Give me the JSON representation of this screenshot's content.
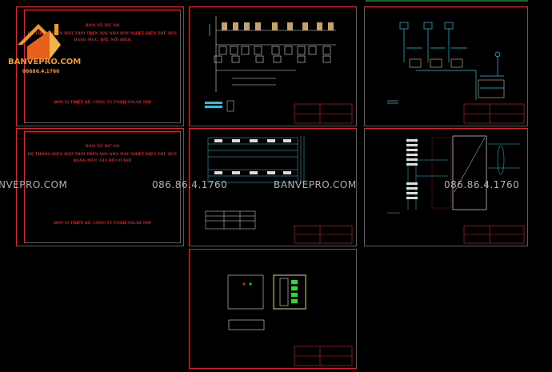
{
  "brand": {
    "name": "BANVEPRO.COM",
    "phone": "08686.4.1760"
  },
  "cover_1": {
    "line1": "BẢN VẼ DỰ ÁN",
    "line2": "HỆ THỐNG ĐIỆN MẶT TRỜI TRÊN MÁI NHÀ MÁY NHIỆT ĐIỆN THỦ ĐỨC",
    "line3": "HẠNG MỤC: ĐẤU NỐI ĐIỆN",
    "footer": "ĐƠN VỊ THIẾT KẾ: CÔNG TY TNHH SOLAR TOP"
  },
  "cover_2": {
    "line1": "BẢN VẼ DỰ ÁN",
    "line2": "HỆ THỐNG ĐIỆN MẶT TRỜI TRÊN MÁI NHÀ MÁY NHIỆT ĐIỆN THỦ ĐỨC",
    "line3": "HẠNG MỤC: GIÁ ĐỠ CƠ KHÍ",
    "footer": "ĐƠN VỊ THIẾT KẾ: CÔNG TY TNHH SOLAR TOP"
  },
  "watermarks": [
    "NVEPRO.COM",
    "086.86.4.1760",
    "BANVEPRO.COM",
    "086.86.4.1760"
  ],
  "colors": {
    "frame": "#e0232b",
    "wire": "#1ec8d8",
    "component": "#c8a06a",
    "brand": "#f39a1e"
  }
}
